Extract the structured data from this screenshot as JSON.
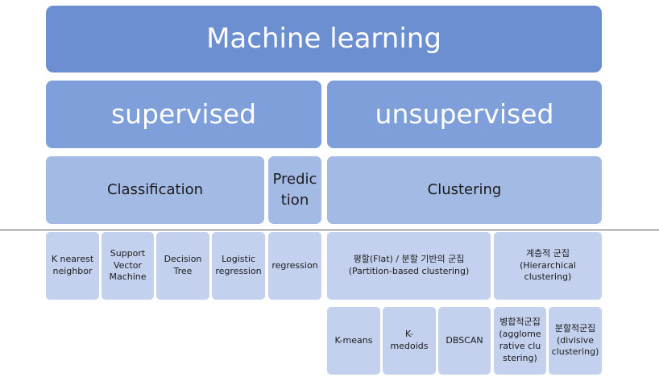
{
  "root": "Machine learning",
  "branches": {
    "supervised": "supervised",
    "unsupervised": "unsupervised"
  },
  "categories": {
    "classification": "Classification",
    "prediction": "Prediction",
    "clustering": "Clustering"
  },
  "classification_methods": {
    "knn": "K nearest neighbor",
    "svm": "Support Vector Machine",
    "decision_tree": "Decision Tree",
    "logistic": "Logistic regression"
  },
  "prediction_methods": {
    "regression": "regression"
  },
  "clustering_types": {
    "flat": "평할(Flat) / 분할 기반의 군집 (Partition-based clustering)",
    "hierarchical": "계층적 군집 (Hierarchical clustering)"
  },
  "clustering_methods": {
    "kmeans": "K-means",
    "kmedoids": "K-medoids",
    "dbscan": "DBSCAN",
    "agglomerative": "병합적군집 (agglomerative clustering)",
    "divisive": "분할적군집 (divisive clustering)"
  }
}
